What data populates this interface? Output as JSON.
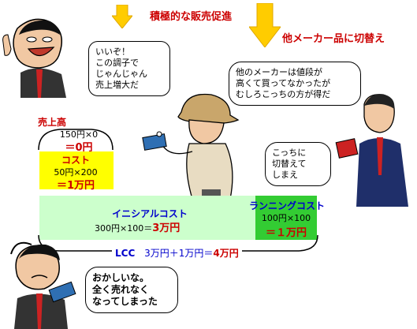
{
  "headers": {
    "promo": "積極的な販売促進",
    "switch": "他メーカー品に切替え"
  },
  "bubbles": {
    "happy_salesman": [
      "いいぞ！",
      "この調子で",
      "じゃんじゃん",
      "売上増大だ"
    ],
    "customer": [
      "他のメーカーは値段が",
      "高くて買ってなかったが",
      "むしろこっちの方が得だ"
    ],
    "rival_salesman": [
      "こっちに",
      "切替えて",
      "しまえ"
    ],
    "sad_salesman": [
      "おかしいな。",
      "全く売れなく",
      "なってしまった"
    ]
  },
  "sales": {
    "label": "売上高",
    "calc": "150円×0",
    "result": "＝0円"
  },
  "cost": {
    "label": "コスト",
    "calc": "50円×200",
    "result": "＝1万円"
  },
  "initial_cost": {
    "label": "イニシアルコスト",
    "calc": "300円×100＝",
    "result": "3万円"
  },
  "running_cost": {
    "label": "ランニングコスト",
    "calc": "100円×100",
    "result": "＝１万円"
  },
  "lcc": {
    "label": "LCC",
    "calc": "3万円＋1万円＝",
    "result": "4万円"
  },
  "colors": {
    "cost_fill": "#ffff00",
    "initial_fill": "#ccffcc",
    "running_fill": "#33cc33",
    "arrow_fill": "#ffcc00",
    "accent_red": "#cc0000",
    "label_blue": "#0000cc"
  }
}
